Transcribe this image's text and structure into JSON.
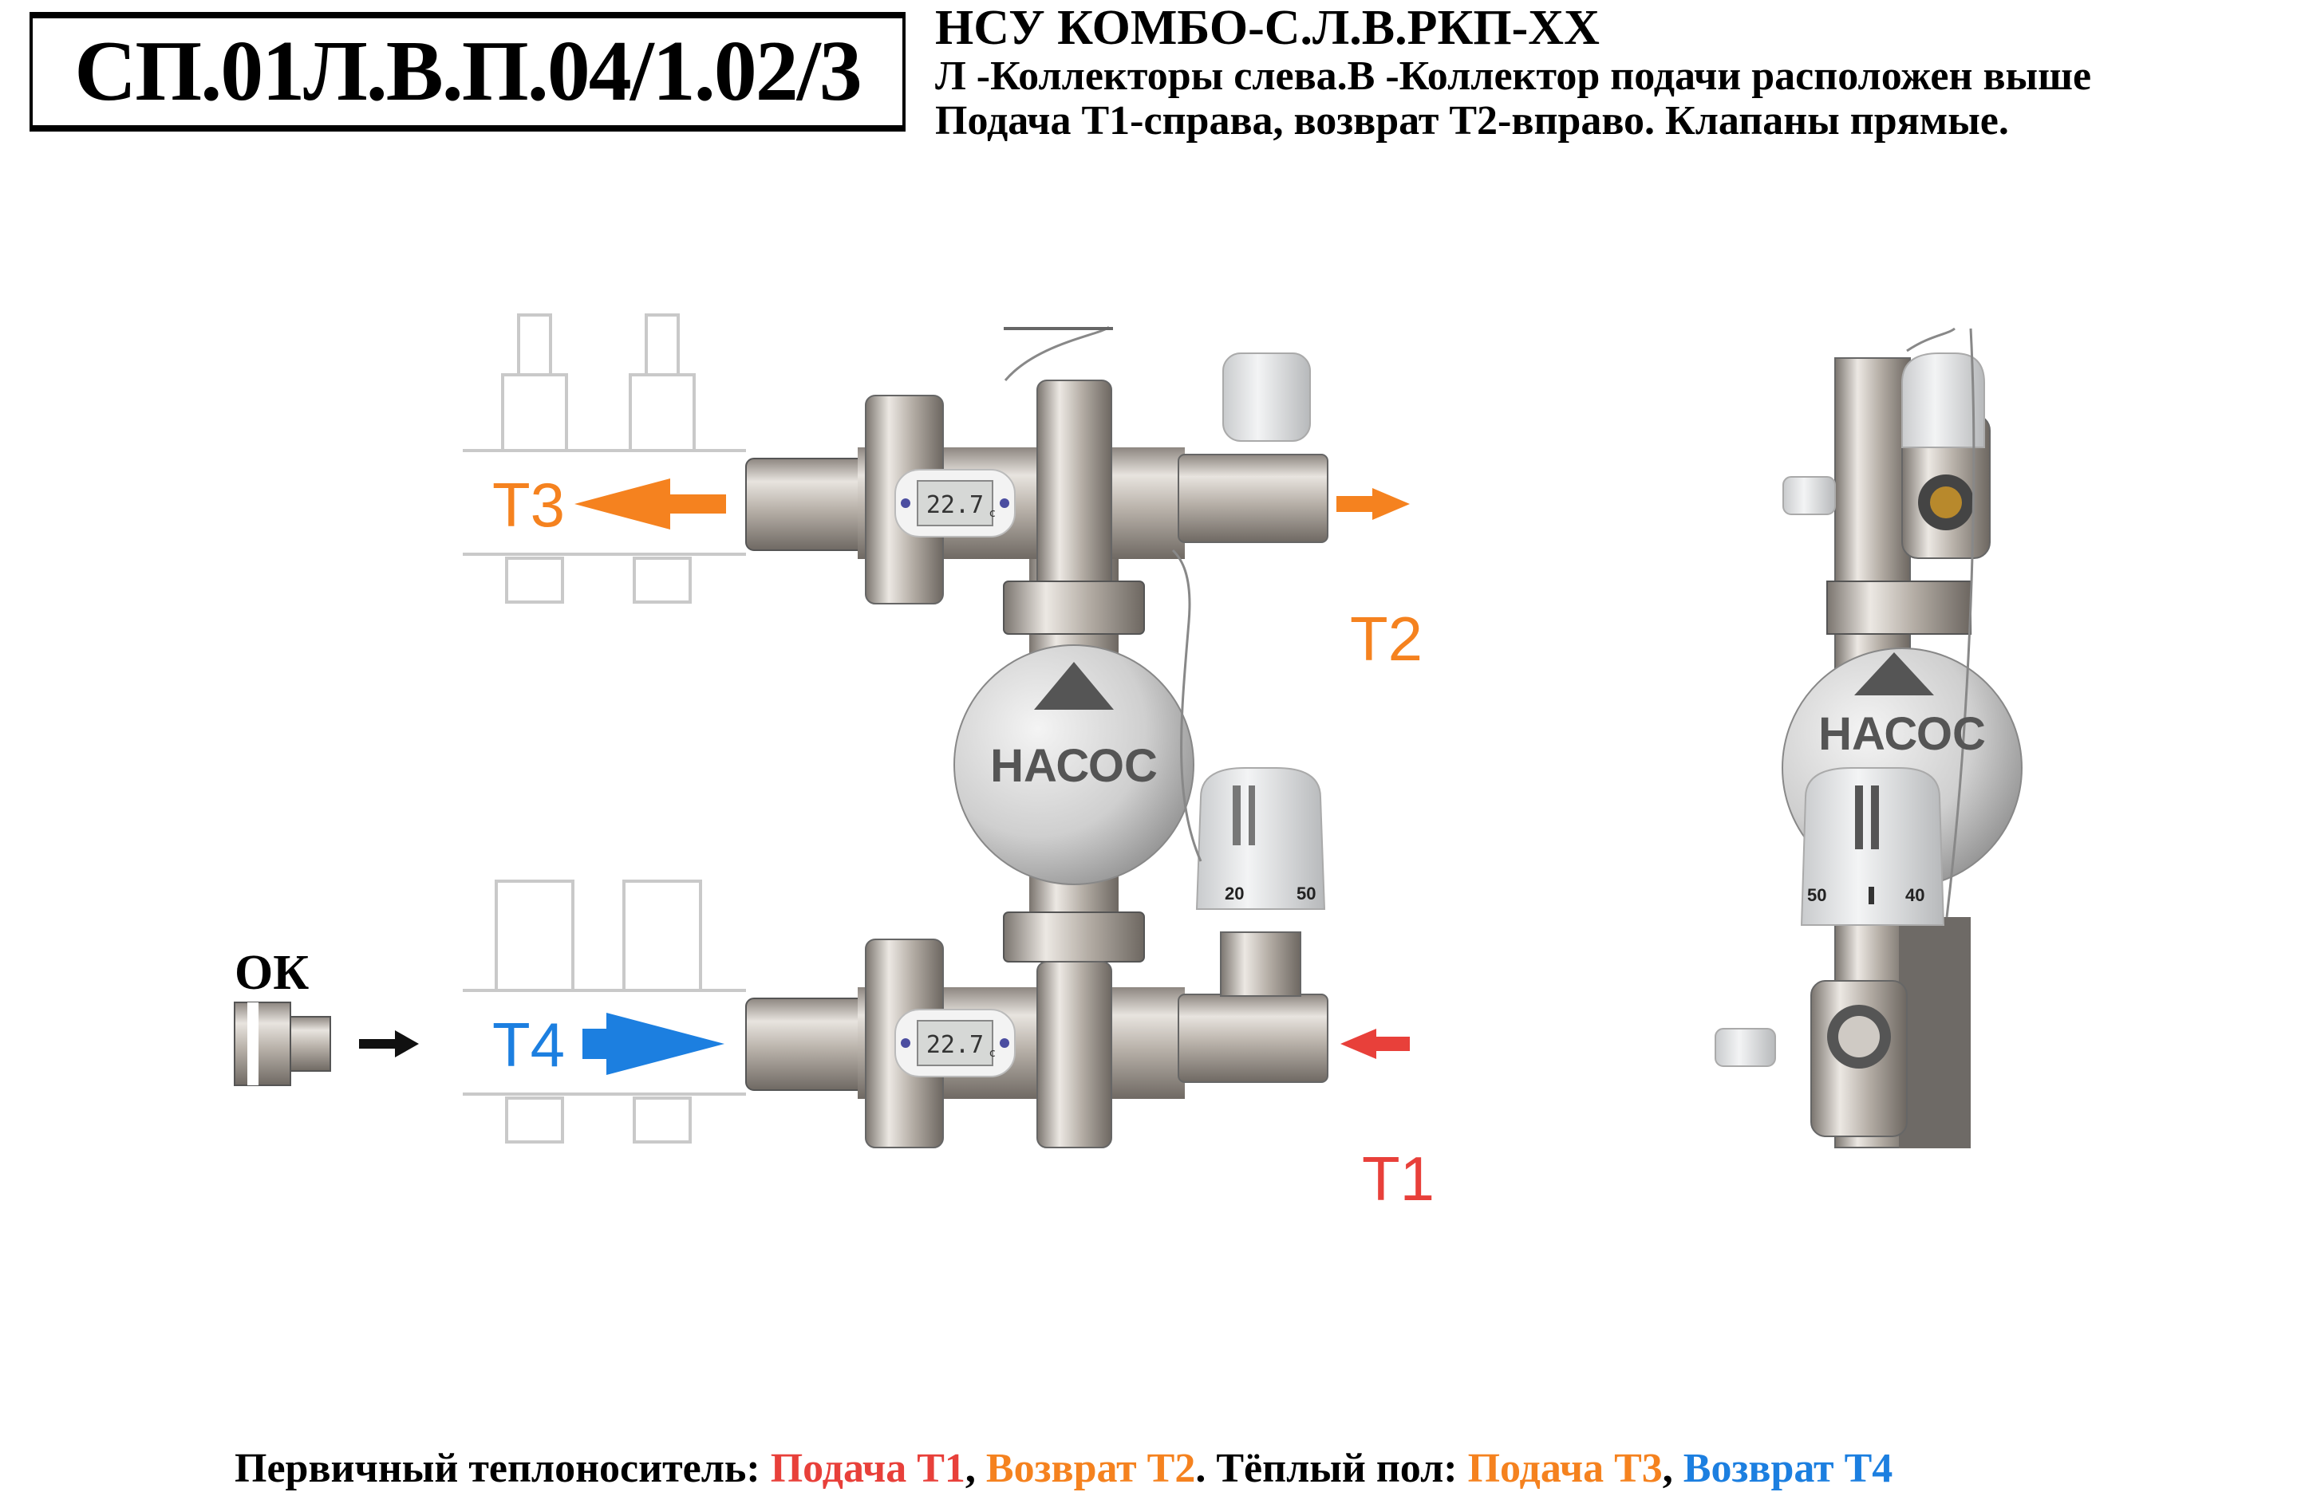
{
  "header": {
    "code": "СП.01Л.В.П.04/1.02/3",
    "title": "НСУ КОМБО-С.Л.В.РКП-XX",
    "line2": "Л -Коллекторы слева.В -Коллектор подачи расположен выше",
    "line3": "Подача Т1-справа, возврат Т2-вправо. Клапаны прямые."
  },
  "diagram": {
    "pump_label": "НАСОС",
    "ok_label": "ОК",
    "t1": "T1",
    "t2": "T2",
    "t3": "T3",
    "t4": "T4",
    "thermometer_upper": "22.7",
    "thermometer_lower": "22.7",
    "thermometer_unit": "c",
    "thermostat_front_min": "20",
    "thermostat_front_max": "50",
    "thermostat_side_left": "50",
    "thermostat_side_right": "40",
    "colors": {
      "t1": "#E8403A",
      "t2": "#F5821F",
      "t3": "#F5821F",
      "t4": "#1C7FE0"
    }
  },
  "footer": {
    "primary_label": "Первичный теплоноситель: ",
    "supply_t1": "Подача Т1",
    "sep1": ", ",
    "return_t2": "Возврат Т2",
    "floor_label": ". Тёплый пол: ",
    "supply_t3": "Подача Т3",
    "sep2": ", ",
    "return_t4": "Возврат Т4"
  }
}
